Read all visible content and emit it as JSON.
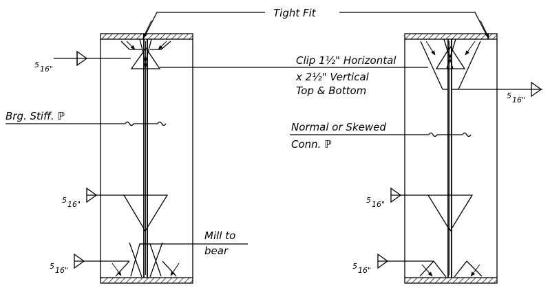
{
  "labels": {
    "tight_fit": "Tight Fit",
    "clip_line1": "Clip 1½\" Horizontal",
    "clip_line2": "x 2½\" Vertical",
    "clip_line3": "Top & Bottom",
    "brg_stiff": "Brg. Stiff. ℙ",
    "normal_skewed": "Normal or Skewed",
    "conn_pl": "Conn. ℙ",
    "mill_to": "Mill to",
    "bear": "bear"
  },
  "weld_size": {
    "numerator": "5",
    "denominator": "16",
    "unit": "\""
  },
  "colors": {
    "ink": "#000000",
    "background": "#ffffff"
  }
}
